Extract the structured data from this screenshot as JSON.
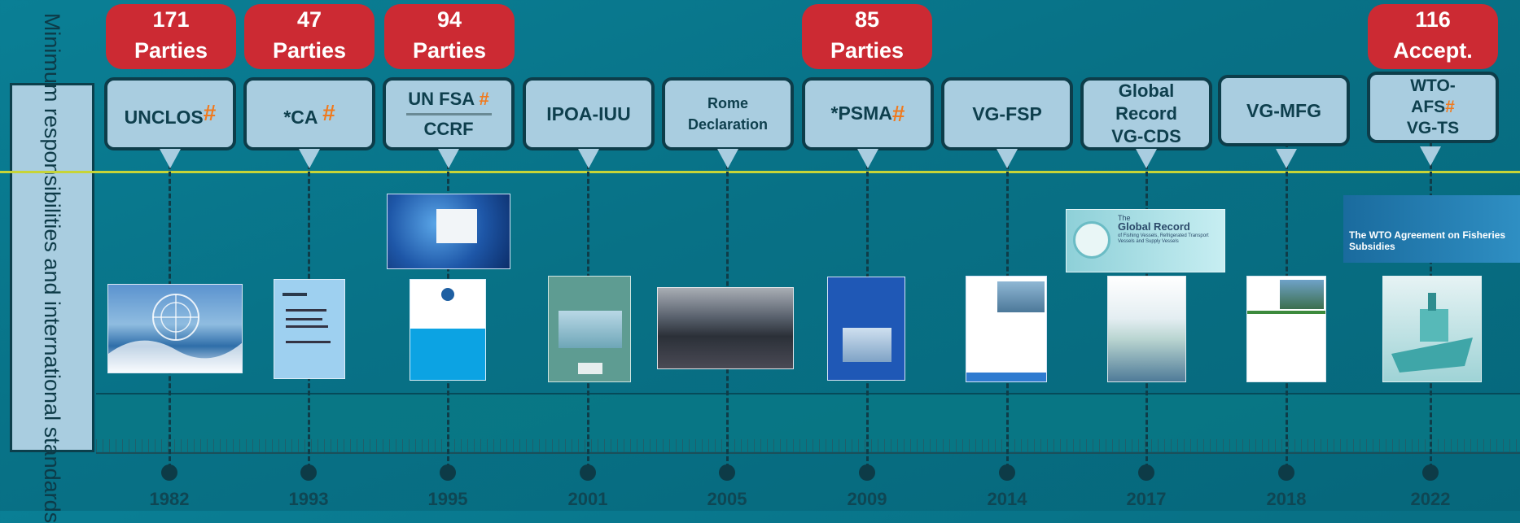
{
  "side_label": "Minimum responsibilities and international standards",
  "badges": [
    {
      "count": "171",
      "label": "Parties"
    },
    {
      "count": "47",
      "label": "Parties"
    },
    {
      "count": "94",
      "label": "Parties"
    },
    {
      "count": "85",
      "label": "Parties"
    },
    {
      "count": "116",
      "label": "Accept."
    }
  ],
  "boxes": {
    "unclos": {
      "text": "UNCLOS",
      "mark": "#"
    },
    "ca": {
      "text": "*CA",
      "mark": "#"
    },
    "unfsa": {
      "top": "UN FSA",
      "mark": "#",
      "bottom": "CCRF"
    },
    "ipoa": {
      "text": "IPOA-IUU"
    },
    "rome": {
      "line1": "Rome",
      "line2": "Declaration"
    },
    "psma": {
      "text": "*PSMA",
      "mark": "#"
    },
    "vgfsp": {
      "text": "VG-FSP"
    },
    "global": {
      "line1": "Global",
      "line2": "Record",
      "bottom": "VG-CDS"
    },
    "vgmfg": {
      "text": "VG-MFG"
    },
    "wto": {
      "line1": "WTO-",
      "line2": "AFS",
      "mark": "#",
      "bottom": "VG-TS"
    }
  },
  "years": [
    "1982",
    "1993",
    "1995",
    "2001",
    "2005",
    "2009",
    "2014",
    "2017",
    "2018",
    "2022"
  ],
  "thumb_text": {
    "global_record_small": "The",
    "global_record_title": "Global Record",
    "global_record_sub": "of Fishing Vessels, Refrigerated Transport Vessels and Supply Vessels",
    "wto_title": "The WTO Agreement on Fisheries Subsidies"
  },
  "colors": {
    "badge": "#cc2a33",
    "box": "#a9cde0",
    "mark": "#f07a1e",
    "line": "#c7d437"
  }
}
